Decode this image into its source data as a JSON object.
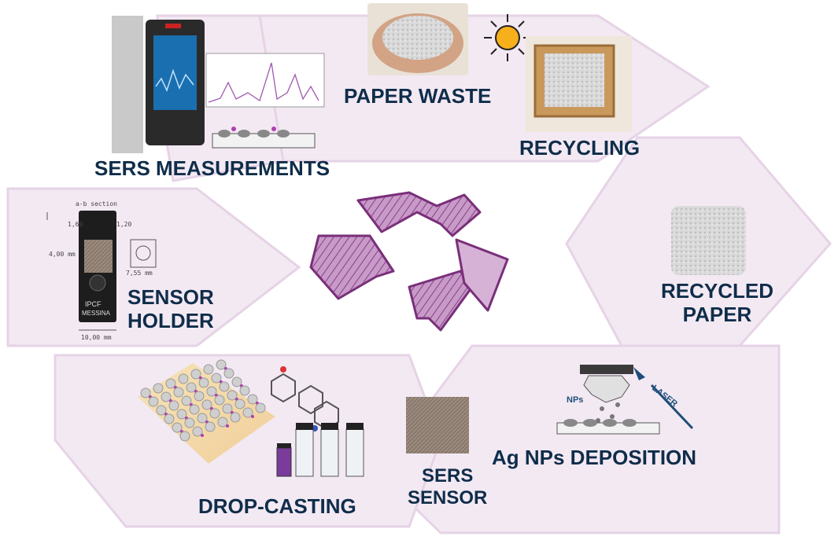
{
  "stages": {
    "paper_waste": "PAPER WASTE",
    "recycling": "RECYCLING",
    "recycled_paper_line1": "RECYCLED",
    "recycled_paper_line2": "PAPER",
    "deposition": "Ag NPs DEPOSITION",
    "sers_sensor_line1": "SERS",
    "sers_sensor_line2": "SENSOR",
    "drop_casting": "DROP-CASTING",
    "sensor_holder_line1": "SENSOR",
    "sensor_holder_line2": "HOLDER",
    "sers_measurements": "SERS MEASUREMENTS"
  },
  "deposition_inset": {
    "nps_label": "NPs",
    "laser_label": "LASER"
  },
  "holder_drawing": {
    "section_label": "a-b section",
    "dim_width": "10,00 mm",
    "dim_height": "4,00 mm",
    "dim_hole": "7,55 mm",
    "dim_top_left": "1,60",
    "dim_top_right": "1,20",
    "logo_line1": "IPCF",
    "logo_line2": "MESSINA"
  },
  "colors": {
    "arrow_fill": "#f3e9f3",
    "arrow_stroke": "#e6d3e6",
    "recycle_purple": "#9b4f9b",
    "label_navy": "#0f2d4a",
    "laser_blue": "#1f4e79"
  },
  "icons": [
    "sun-icon",
    "recycle-icon",
    "laser-arrow-icon"
  ]
}
